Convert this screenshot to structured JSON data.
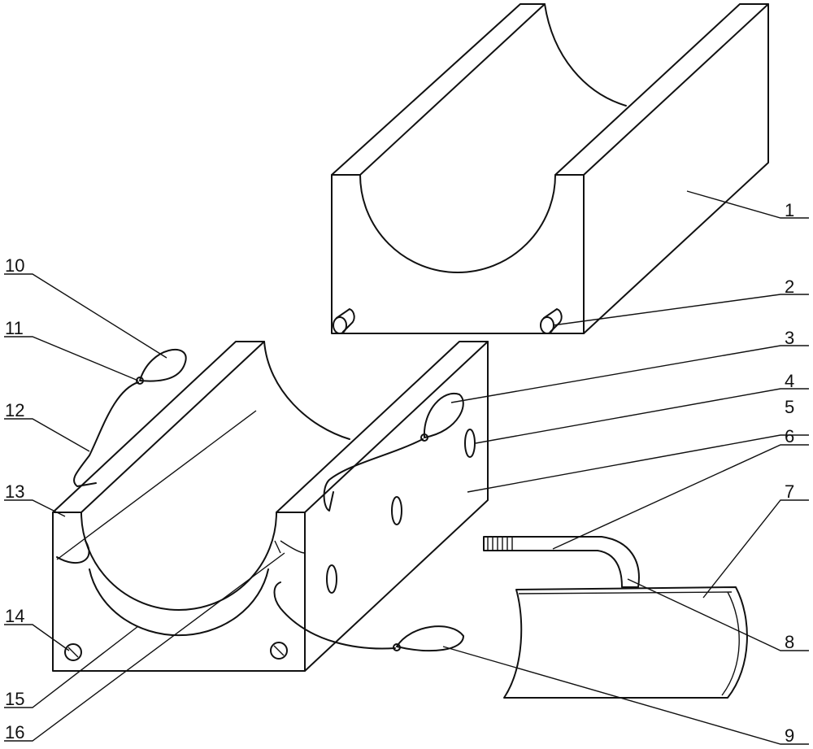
{
  "figure": {
    "labels": [
      "1",
      "2",
      "3",
      "4",
      "5",
      "6",
      "7",
      "8",
      "9",
      "10",
      "11",
      "12",
      "13",
      "14",
      "15",
      "16"
    ],
    "line_color": "#111111"
  }
}
